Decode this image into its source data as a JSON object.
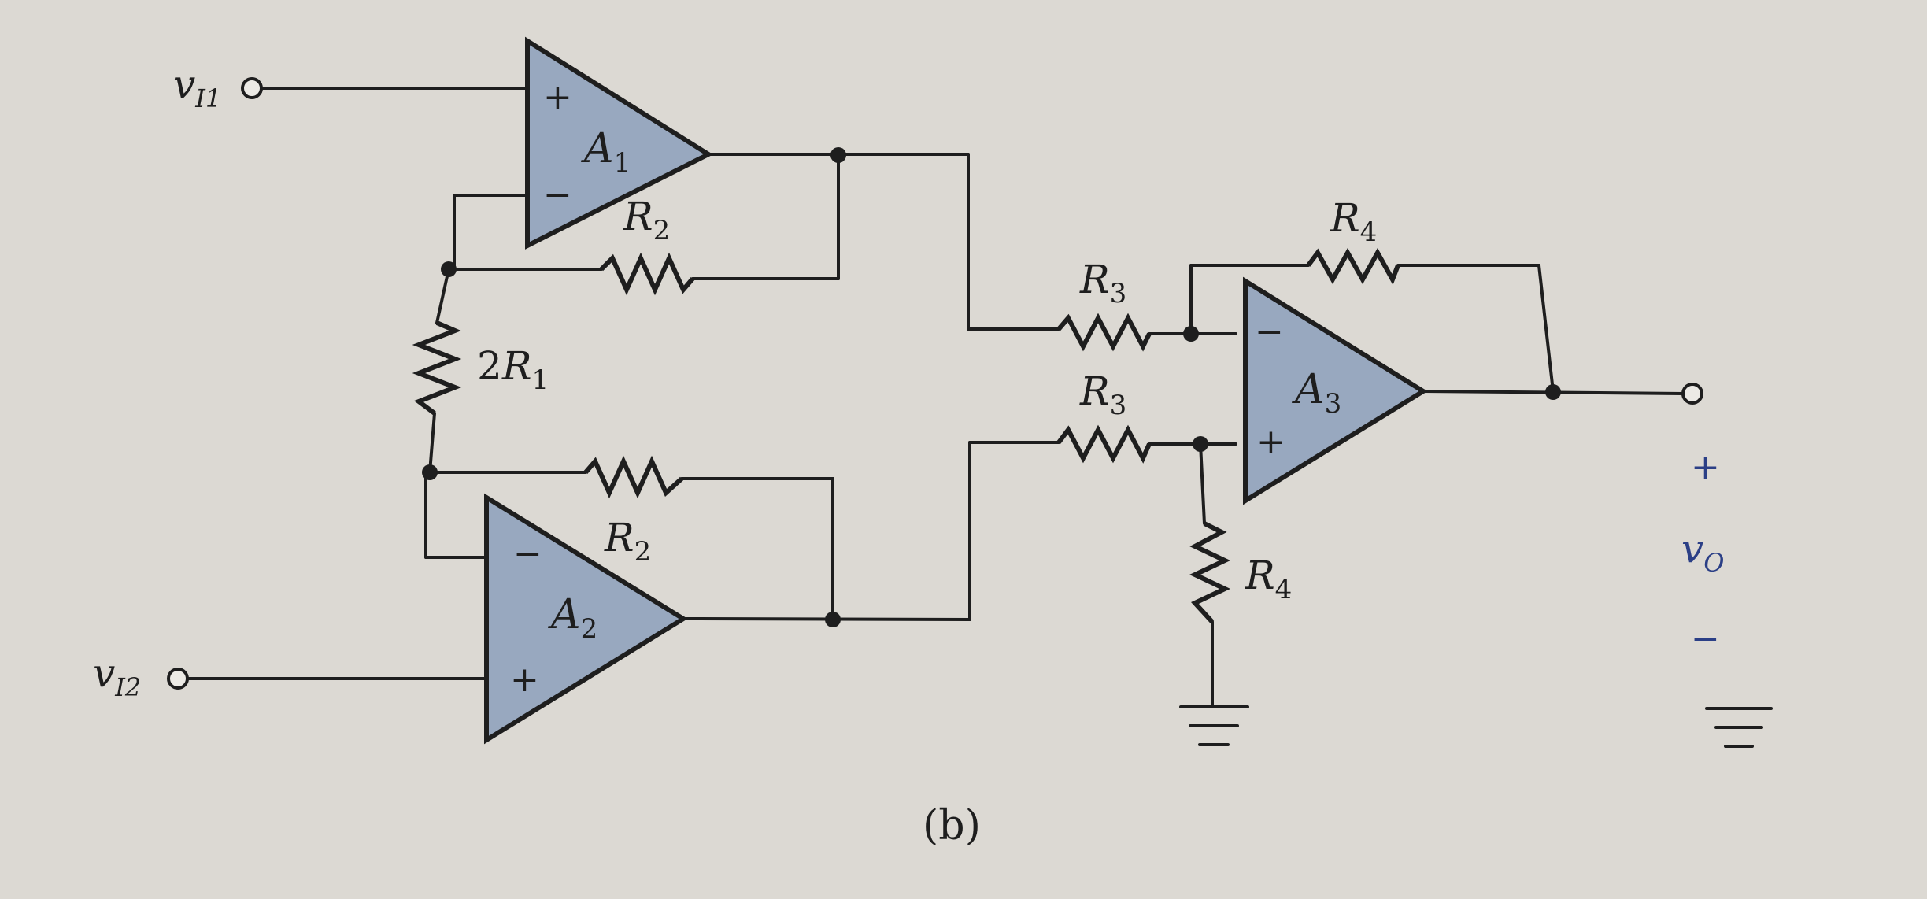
{
  "diagram": {
    "caption": "(b)",
    "inputs": [
      {
        "name": "v",
        "sub": "I1"
      },
      {
        "name": "v",
        "sub": "I2"
      }
    ],
    "output": {
      "name": "v",
      "sub": "O",
      "plus": "+",
      "minus": "−"
    },
    "opamps": [
      {
        "name": "A",
        "sub": "1",
        "top_sign": "+",
        "bottom_sign": "−"
      },
      {
        "name": "A",
        "sub": "2",
        "top_sign": "−",
        "bottom_sign": "+"
      },
      {
        "name": "A",
        "sub": "3",
        "top_sign": "−",
        "bottom_sign": "+"
      }
    ],
    "resistors": [
      {
        "prefix": "",
        "name": "R",
        "sub": "2"
      },
      {
        "prefix": "2",
        "name": "R",
        "sub": "1"
      },
      {
        "prefix": "",
        "name": "R",
        "sub": "2"
      },
      {
        "prefix": "",
        "name": "R",
        "sub": "3"
      },
      {
        "prefix": "",
        "name": "R",
        "sub": "3"
      },
      {
        "prefix": "",
        "name": "R",
        "sub": "4"
      },
      {
        "prefix": "",
        "name": "R",
        "sub": "4"
      }
    ],
    "colors": {
      "opamp_fill": "#98a8bf",
      "wire": "#1e1e1e",
      "output_label": "#2b3f86",
      "paper": "#dcd9d3"
    }
  }
}
